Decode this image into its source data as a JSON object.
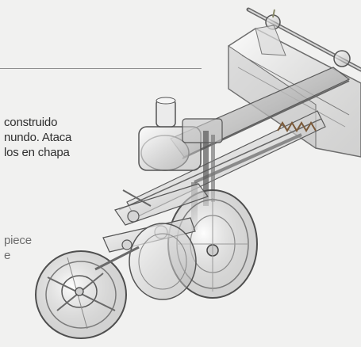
{
  "text_es": {
    "line1": "construido",
    "line2": "nundo. Ataca",
    "line3": "los en chapa"
  },
  "text_en": {
    "line1": "piece",
    "line2": "e"
  },
  "colors": {
    "background": "#f1f1f0",
    "rule": "#8f8f8f",
    "text_dark": "#2f2f2f",
    "text_light": "#6d6d6d"
  }
}
